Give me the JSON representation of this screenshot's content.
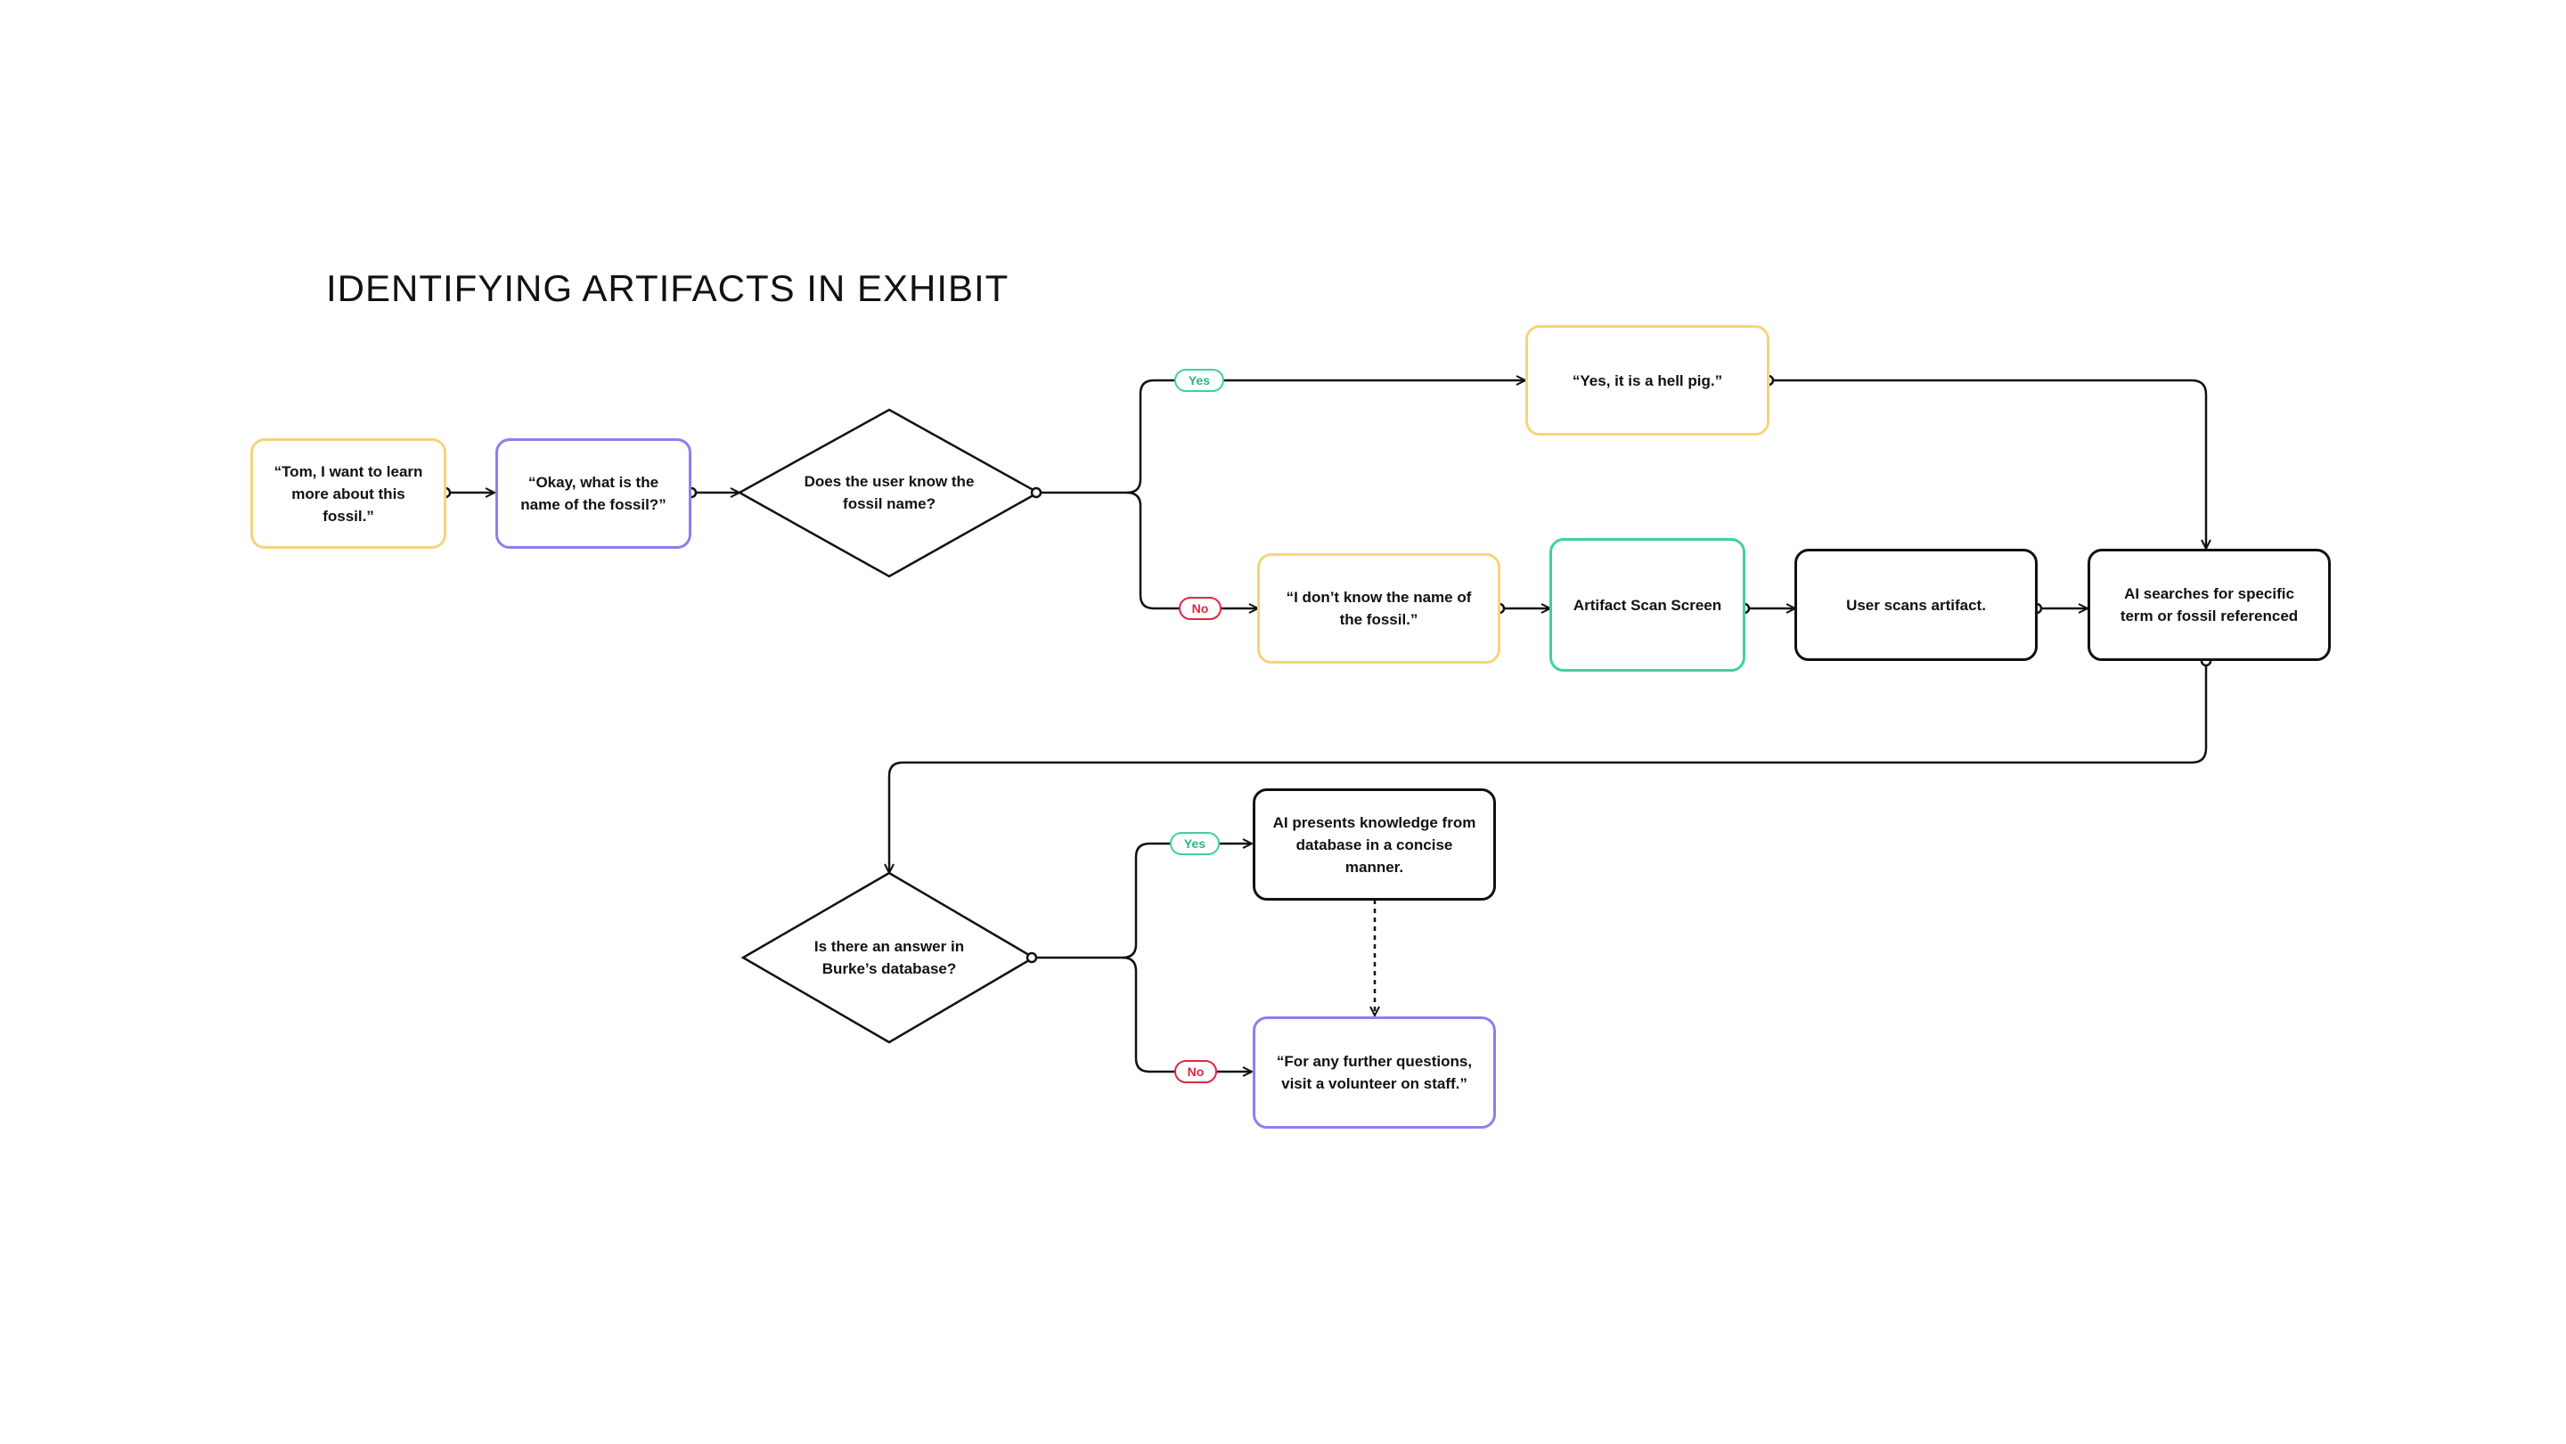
{
  "diagram": {
    "title": "IDENTIFYING ARTIFACTS IN EXHIBIT",
    "nodes": {
      "tom_request": "“Tom, I want to learn more about this fossil.”",
      "ask_name": "“Okay, what is the name of the fossil?”",
      "decision_know_name": "Does the user know the fossil name?",
      "yes_hell_pig": "“Yes, it is a hell pig.”",
      "dont_know": "“I don’t know the name of the fossil.”",
      "artifact_scan_screen": "Artifact Scan Screen",
      "user_scans": "User scans artifact.",
      "ai_searches": "AI searches for specific term or fossil referenced",
      "decision_answer": "Is there an answer in Burke’s database?",
      "ai_presents": "AI presents knowledge from database in a concise manner.",
      "further_questions": "“For any further questions, visit a volunteer on staff.”"
    },
    "branch_labels": {
      "yes_1": "Yes",
      "no_1": "No",
      "yes_2": "Yes",
      "no_2": "No"
    },
    "colors": {
      "user_speech": "#f5d47a",
      "ai_speech": "#8b7ff0",
      "screen": "#3ed1a0",
      "action": "#111111",
      "yes": "#3ed1a0",
      "no": "#e0263f"
    }
  }
}
